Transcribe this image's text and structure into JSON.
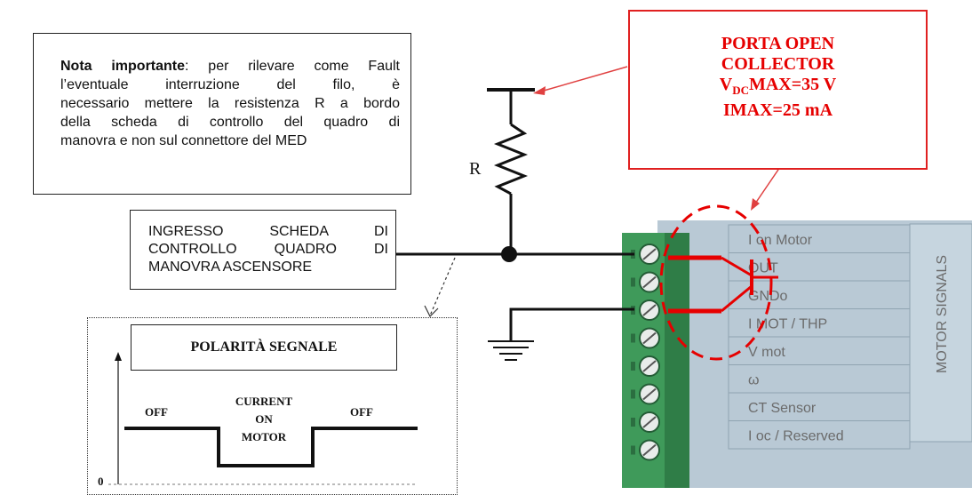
{
  "note": {
    "title": "Nota importante",
    "lines": [
      ": per rilevare come Fault",
      "l’eventuale   interruzione   del   filo,   è",
      "necessario mettere la resistenza R a bordo",
      "della scheda di controllo del quadro di",
      "manovra e non sul connettore del MED"
    ]
  },
  "input_box": {
    "lines": [
      "INGRESSO SCHEDA DI",
      "CONTROLLO QUADRO DI",
      "MANOVRA ASCENSORE"
    ]
  },
  "porta": {
    "line1": "PORTA OPEN",
    "line2": "COLLECTOR",
    "line3_prefix": "V",
    "line3_sub": "DC",
    "line3_suffix": "MAX=35 V",
    "line4": "IMAX=25 mA"
  },
  "resistor_label": "R",
  "polarita": {
    "title": "POLARITÀ SEGNALE",
    "off_left": "OFF",
    "current": [
      "CURRENT",
      "ON",
      "MOTOR"
    ],
    "off_right": "OFF",
    "zero": "0"
  },
  "terminals": {
    "labels": [
      "I on Motor",
      "OUT",
      "GNDo",
      "I MOT / THP",
      "V mot",
      "ω",
      "CT Sensor",
      "I oc / Reserved"
    ],
    "section_label": "MOTOR SIGNALS"
  },
  "colors": {
    "highlight": "#e60000",
    "terminal_green": "#3f9a5a",
    "panel_blue": "#b8c8d4"
  }
}
